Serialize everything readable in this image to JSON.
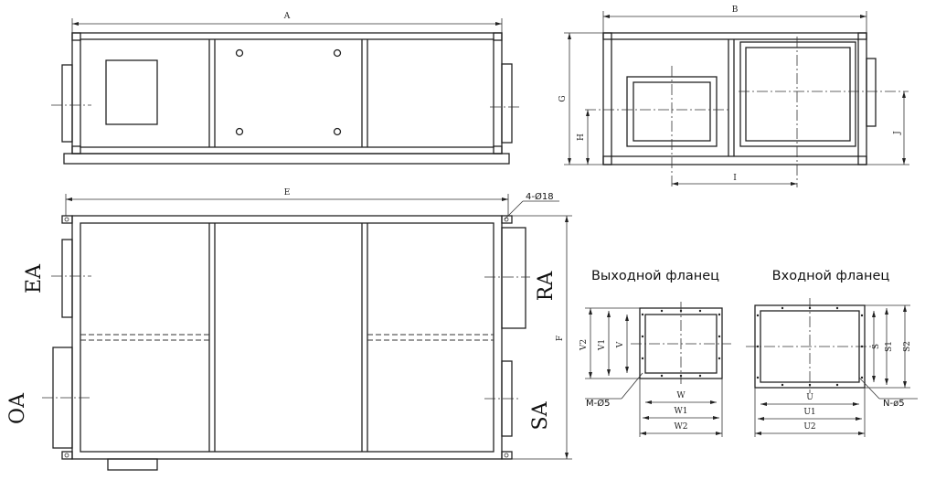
{
  "dimensions": {
    "A": "A",
    "B": "B",
    "G": "G",
    "H": "H",
    "J": "J",
    "I": "I",
    "E": "E",
    "F": "F",
    "V": "V",
    "V1": "V1",
    "V2": "V2",
    "W": "W",
    "W1": "W1",
    "W2": "W2",
    "S": "S",
    "S1": "S1",
    "S2": "S2",
    "U": "U",
    "U1": "U1",
    "U2": "U2"
  },
  "ports": {
    "EA": "EA",
    "RA": "RA",
    "OA": "OA",
    "SA": "SA"
  },
  "notes": {
    "holes_top": "4-Ø18",
    "holes_outlet": "M-Ø5",
    "holes_inlet": "N-ø5"
  },
  "captions": {
    "outlet_flange": "Выходной фланец",
    "inlet_flange": "Входной фланец"
  }
}
